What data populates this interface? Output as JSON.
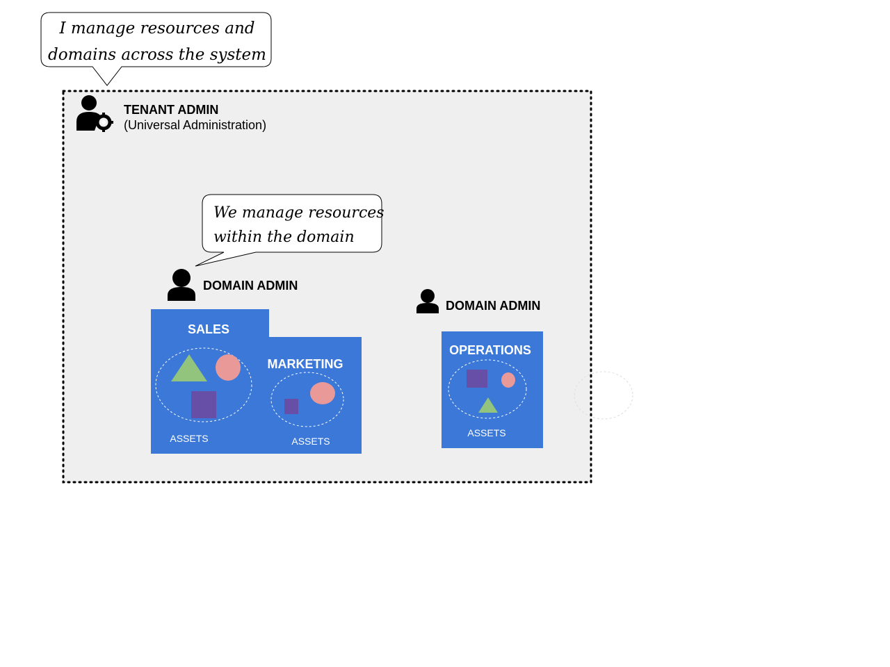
{
  "tenant_bubble": {
    "line1": "I manage resources and",
    "line2": "domains across the system"
  },
  "tenant_admin": {
    "title": "TENANT ADMIN",
    "subtitle": "(Universal Administration)"
  },
  "domain_bubble": {
    "line1": "We manage resources",
    "line2": "within the domain"
  },
  "domain_admins": [
    {
      "title": "DOMAIN ADMIN"
    },
    {
      "title": "DOMAIN ADMIN"
    }
  ],
  "domains": [
    {
      "name": "SALES",
      "assets_label": "ASSETS"
    },
    {
      "name": "MARKETING",
      "assets_label": "ASSETS"
    },
    {
      "name": "OPERATIONS",
      "assets_label": "ASSETS"
    }
  ],
  "colors": {
    "domain_fill": "#3b78d8",
    "tenant_fill": "#efefef",
    "triangle": "#93c47d",
    "circle": "#ea9999",
    "square": "#674ea7"
  }
}
